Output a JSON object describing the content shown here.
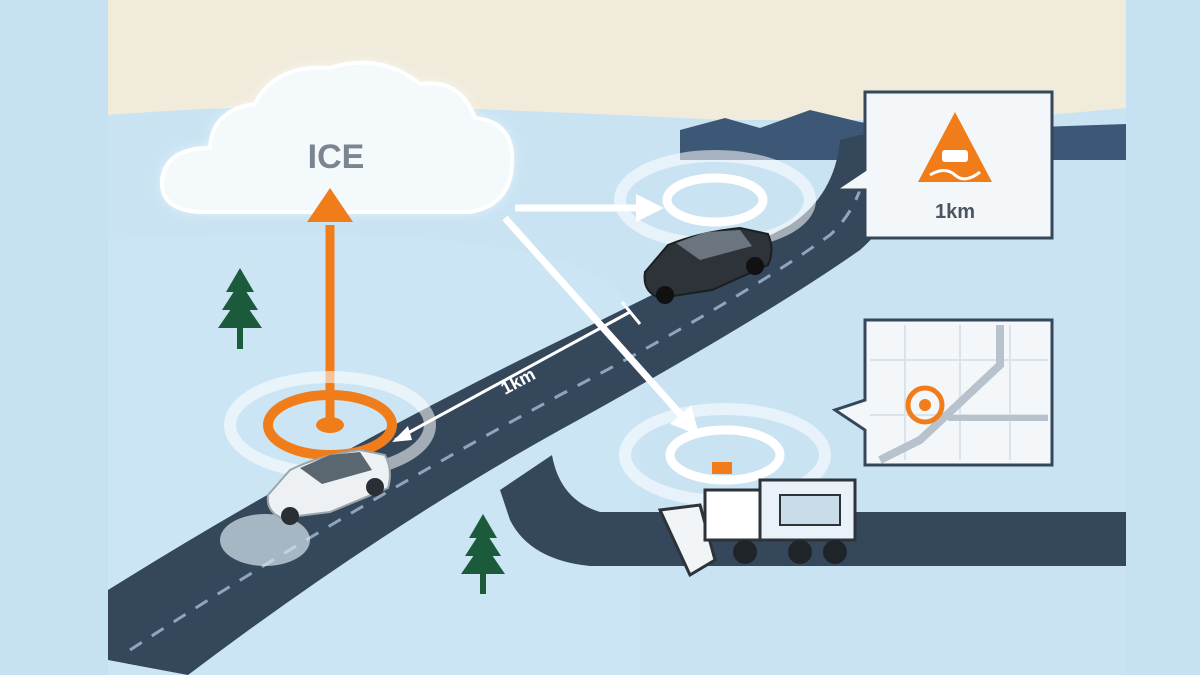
{
  "cloud": {
    "label": "ICE"
  },
  "road": {
    "distance_label": "1km"
  },
  "warning_bubble": {
    "icon": "slippery-road-warning-icon",
    "distance_label": "1km"
  },
  "map_bubble": {
    "icon": "map-location-icon"
  },
  "colors": {
    "accent": "#f07d1a",
    "road": "#35475b",
    "sky": "#f0ebdb",
    "snow": "#c6e1f2",
    "tree": "#1b5a3a"
  }
}
